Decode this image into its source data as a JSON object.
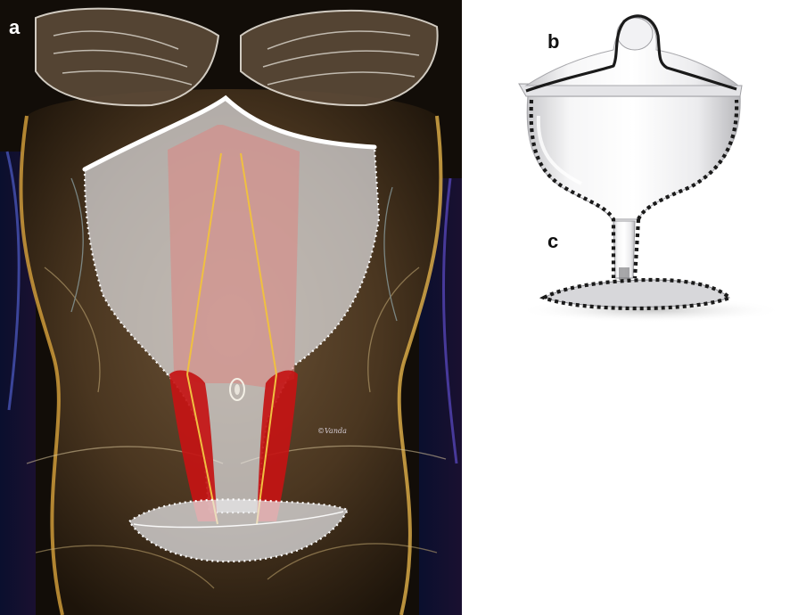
{
  "figure": {
    "panels": [
      {
        "id": "a",
        "label": "a",
        "subject": "torso-illustration-with-highlighted-abdominal-regions"
      },
      {
        "id": "b",
        "label": "b",
        "subject": "lidded-glass-jar-with-lid-outlined"
      },
      {
        "id": "c",
        "label": "c",
        "subject": "glass-jar-stem-and-base-outlined"
      }
    ],
    "watermark": "©Vanda",
    "colors": {
      "background": "#ffffff",
      "photo_dark": "#2a1d10",
      "photo_glow": "#e8b04a",
      "overlay_light": "#e9e9ec",
      "muscle_pink": "#d98a86",
      "muscle_red": "#c41414",
      "line_yellow": "#f0c040",
      "outline_white": "#ffffff",
      "outline_dark": "#1a1a1a"
    }
  }
}
